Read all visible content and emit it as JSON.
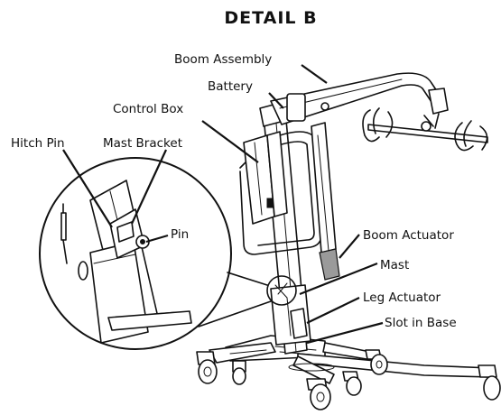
{
  "title": "DETAIL B",
  "labels": {
    "boom_assembly": "Boom Assembly",
    "battery": "Battery",
    "control_box": "Control Box",
    "hitch_pin": "Hitch Pin",
    "mast_bracket": "Mast Bracket",
    "pin": "Pin",
    "boom_actuator": "Boom Actuator",
    "mast": "Mast",
    "leg_actuator": "Leg Actuator",
    "slot_in_base": "Slot in Base"
  }
}
